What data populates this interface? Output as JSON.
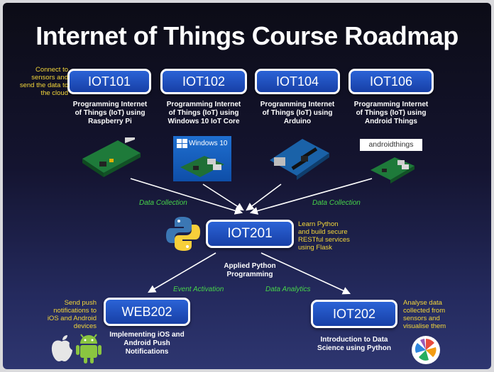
{
  "title": "Internet of Things Course Roadmap",
  "courses": {
    "iot101": {
      "code": "IOT101",
      "desc": [
        "Programming Internet",
        "of Things (IoT) using",
        "Raspberry Pi"
      ]
    },
    "iot102": {
      "code": "IOT102",
      "desc": [
        "Programming Internet",
        "of Things (IoT) using",
        "Windows 10 IoT Core"
      ]
    },
    "iot104": {
      "code": "IOT104",
      "desc": [
        "Programming Internet",
        "of Things (IoT) using",
        "Arduino"
      ]
    },
    "iot106": {
      "code": "IOT106",
      "desc": [
        "Programming Internet",
        "of Things (IoT) using",
        "Android Things"
      ]
    },
    "iot201": {
      "code": "IOT201",
      "desc": [
        "Applied Python",
        "Programming"
      ]
    },
    "web202": {
      "code": "WEB202",
      "desc": [
        "Implementing iOS and",
        "Android Push",
        "Notifications"
      ]
    },
    "iot202": {
      "code": "IOT202",
      "desc": [
        "Introduction to Data",
        "Science using Python"
      ]
    }
  },
  "notes": {
    "connect": [
      "Connect to",
      "sensors and",
      "send the data to",
      "the cloud"
    ],
    "learn_python": [
      "Learn Python",
      "and build secure",
      "RESTful services",
      "using Flask"
    ],
    "push": [
      "Send push",
      "notifications to",
      "iOS and Android",
      "devices"
    ],
    "analyse": [
      "Analyse data",
      "collected from",
      "sensors and",
      "visualise them"
    ]
  },
  "edge_labels": {
    "data_collection_left": "Data Collection",
    "data_collection_right": "Data Collection",
    "event_activation": "Event Activation",
    "data_analytics": "Data Analytics"
  },
  "logos": {
    "windows": "Windows 10",
    "android_things": "androidthings"
  },
  "icons": {
    "raspberry_pi": "raspberry-pi-board-icon",
    "windows_board": "windows10-board-icon",
    "arduino": "arduino-board-icon",
    "android_things": "android-things-board-icon",
    "python": "python-logo-icon",
    "apple": "apple-logo-icon",
    "android": "android-robot-icon",
    "chart": "radial-chart-icon"
  },
  "colors": {
    "course_box": "#1f4fbf",
    "note_text": "#f3d63a",
    "edge_label": "#47d44a"
  }
}
